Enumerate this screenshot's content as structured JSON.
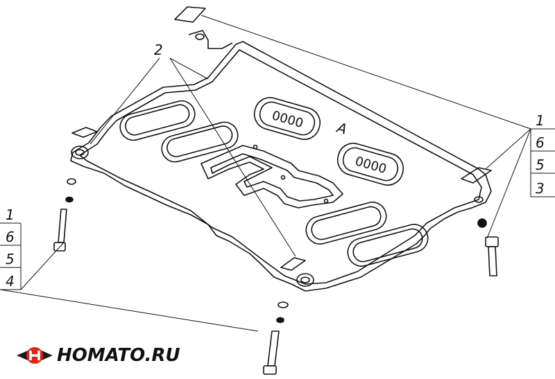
{
  "callouts": {
    "top_center": "2",
    "right_stack": [
      "1",
      "6",
      "5",
      "3"
    ],
    "left_stack": [
      "1",
      "6",
      "5",
      "4"
    ]
  },
  "plate_mark": "A",
  "slot_marks": [
    "0000",
    "0000"
  ],
  "brand": {
    "name": "HOMATO.RU",
    "accent_color": "#d9261c",
    "dark_color": "#1a1a1a"
  }
}
